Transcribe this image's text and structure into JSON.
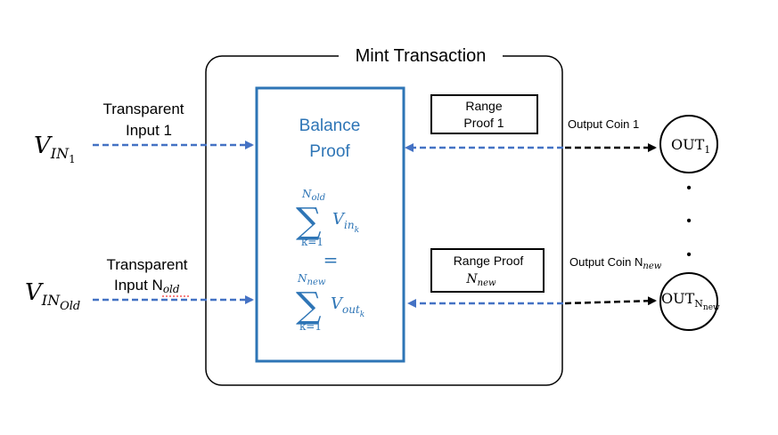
{
  "title": "Mint Transaction",
  "inputs": [
    {
      "symbol_base": "V",
      "symbol_sub": "IN",
      "symbol_subsub": "1",
      "label_line1": "Transparent",
      "label_line2": "Input 1"
    },
    {
      "symbol_base": "V",
      "symbol_sub": "IN",
      "symbol_subsub": "Old",
      "label_line1": "Transparent",
      "label_line2": "Input N",
      "label_line2_sub": "old"
    }
  ],
  "balance_proof": {
    "title_line1": "Balance",
    "title_line2": "Proof",
    "sum1_upper": "N",
    "sum1_upper_sub": "old",
    "sum1_lower": "k=1",
    "sum1_term": "V",
    "sum1_term_sub": "in",
    "sum1_term_subsub": "k",
    "equals": "=",
    "sum2_upper": "N",
    "sum2_upper_sub": "new",
    "sum2_lower": "k=1",
    "sum2_term": "V",
    "sum2_term_sub": "out",
    "sum2_term_subsub": "k",
    "sigma": "∑"
  },
  "range_proofs": [
    {
      "line1": "Range",
      "line2": "Proof 1"
    },
    {
      "line1": "Range Proof",
      "line2": "N",
      "line2_sub": "new"
    }
  ],
  "outputs": [
    {
      "label": "Output Coin 1",
      "coin": "OUT",
      "coin_sub": "1"
    },
    {
      "label": "Output Coin N",
      "label_sub": "new",
      "coin": "OUT",
      "coin_sub": "N",
      "coin_subsub": "new"
    }
  ],
  "ellipsis_dot": "•",
  "colors": {
    "accent": "#2e75b6",
    "arrow_black": "#000000"
  }
}
